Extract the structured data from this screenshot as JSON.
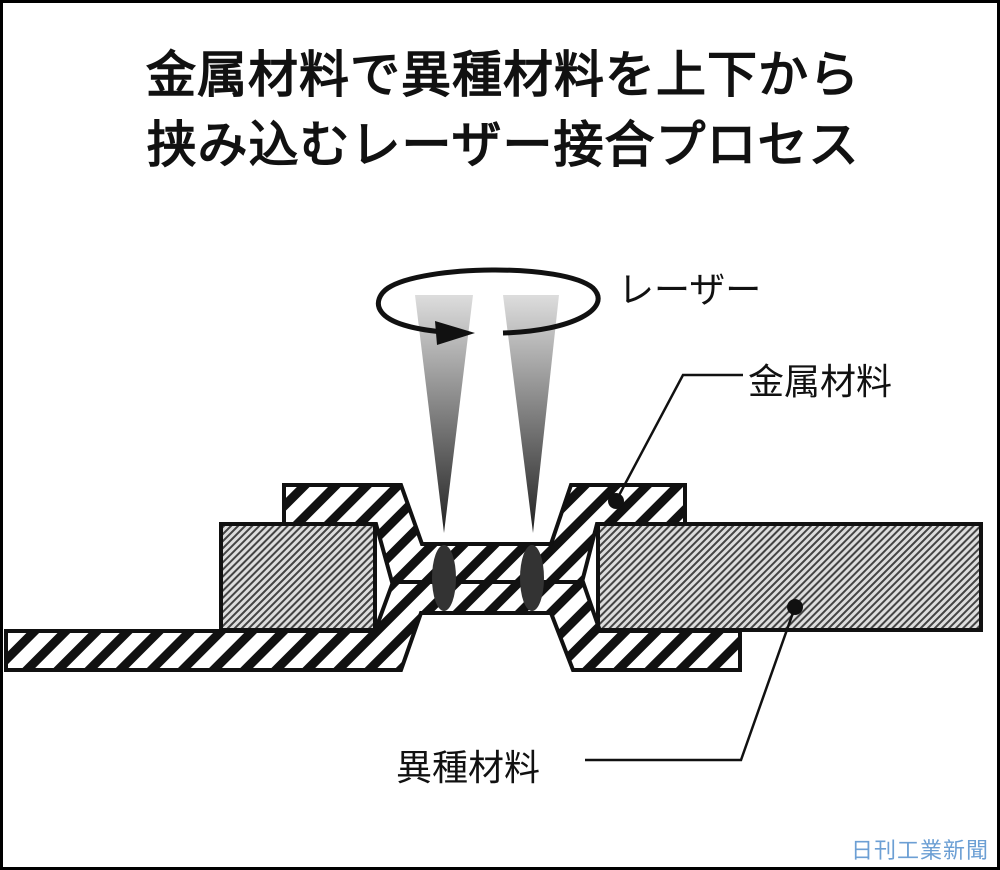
{
  "title": {
    "line1": "金属材料で異種材料を上下から",
    "line2": "挟み込むレーザー接合プロセス"
  },
  "labels": {
    "laser": "レーザー",
    "metal": "金属材料",
    "dissimilar": "異種材料"
  },
  "watermark": "日刊工業新聞"
}
